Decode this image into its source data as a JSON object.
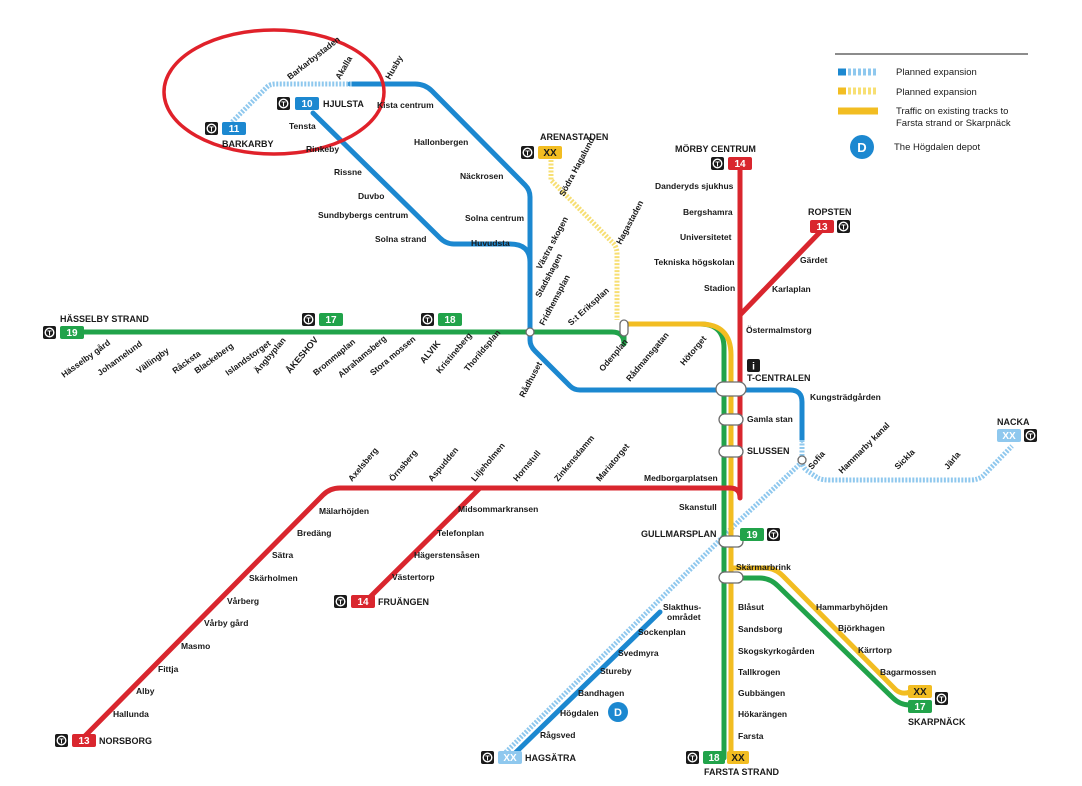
{
  "legend": {
    "items": [
      {
        "label": "Planned expansion",
        "swatch": "blue-dashed"
      },
      {
        "label": "Planned expansion",
        "swatch": "yellow-dashed"
      },
      {
        "label": "Traffic on existing tracks to",
        "label2": "Farsta strand or Skarpnäck",
        "swatch": "yellow-solid"
      },
      {
        "label": "The Högdalen depot",
        "swatch": "depot",
        "symbol": "D"
      }
    ]
  },
  "colors": {
    "red_line": "#d9262e",
    "blue_line": "#1c88d0",
    "green_line": "#21a34a",
    "yellow_line": "#f2bd22",
    "planned_blue": "#8fc8ee",
    "planned_yellow": "#f7df73",
    "annotation_circle": "#e0212a"
  },
  "depot_symbol": "D",
  "info_symbol": "i",
  "terminals": {
    "barkarby": {
      "name": "BARKARBY",
      "line": "11"
    },
    "hjulsta": {
      "name": "HJULSTA",
      "line": "10"
    },
    "arenastaden": {
      "name": "ARENASTADEN",
      "line": "XX"
    },
    "morby_centrum": {
      "name": "MÖRBY CENTRUM",
      "line": "14"
    },
    "ropsten": {
      "name": "ROPSTEN",
      "line": "13"
    },
    "hasselby_strand": {
      "name": "HÄSSELBY STRAND",
      "line": "19"
    },
    "akeshov": {
      "name": "ÅKESHOV",
      "line": "17"
    },
    "alvik": {
      "name": "ALVIK",
      "line": "18"
    },
    "t_centralen": {
      "name": "T-CENTRALEN"
    },
    "slussen": {
      "name": "SLUSSEN"
    },
    "gullmarsplan": {
      "name": "GULLMARSPLAN",
      "line": "19"
    },
    "nacka": {
      "name": "NACKA",
      "line": "XX"
    },
    "fruangen": {
      "name": "FRUÄNGEN",
      "line": "14"
    },
    "norsborg": {
      "name": "NORSBORG",
      "line": "13"
    },
    "hagsatra": {
      "name": "HAGSÄTRA",
      "line": "XX"
    },
    "farsta_strand": {
      "name": "FARSTA STRAND",
      "line1": "18",
      "line2": "XX"
    },
    "skarpnack": {
      "name": "SKARPNÄCK",
      "line1": "XX",
      "line2": "17"
    }
  },
  "stations": {
    "barkarbystaden": "Barkarbystaden",
    "akalla": "Akalla",
    "husby": "Husby",
    "kista_centrum": "Kista centrum",
    "tensta": "Tensta",
    "rinkeby": "Rinkeby",
    "hallonbergen": "Hallonbergen",
    "rissne": "Rissne",
    "nackrosen": "Näckrosen",
    "duvbo": "Duvbo",
    "sundbybergs_centrum": "Sundbybergs centrum",
    "solna_centrum": "Solna centrum",
    "solna_strand": "Solna strand",
    "huvudsta": "Huvudsta",
    "vastra_skogen": "Västra skogen",
    "stadshagen": "Stadshagen",
    "fridhemsplan": "Fridhemsplan",
    "st_eriksplan": "S:t Eriksplan",
    "odenplan": "Odenplan",
    "radmansgatan": "Rådmansgatan",
    "hotorget": "Hötorget",
    "radhuset": "Rådhuset",
    "sodra_hagalund": "Södra Hagalund",
    "hagastaden": "Hagastaden",
    "danderyds_sjukhus": "Danderyds sjukhus",
    "bergshamra": "Bergshamra",
    "universitetet": "Universitetet",
    "tekniska_hogskolan": "Tekniska högskolan",
    "stadion": "Stadion",
    "gardet": "Gärdet",
    "karlaplan": "Karlaplan",
    "ostermalmstorg": "Östermalmstorg",
    "kungstradgarden": "Kungsträdgården",
    "gamla_stan": "Gamla stan",
    "hassleby_gard": "Hässelby gård",
    "johannelund": "Johannelund",
    "vallingby": "Vällingby",
    "racksta": "Råcksta",
    "blackeberg": "Blackeberg",
    "islandstorget": "Islandstorget",
    "angbyplan": "Ängbyplan",
    "brommaplan": "Brommaplan",
    "abrahamsberg": "Abrahamsberg",
    "stora_mossen": "Stora mossen",
    "kristineberg": "Kristineberg",
    "thorildsplan": "Thorildsplan",
    "sofia": "Sofia",
    "hammarby_kanal": "Hammarby kanal",
    "sickla": "Sickla",
    "jarla": "Järla",
    "axelsberg": "Axelsberg",
    "ornsberg": "Örnsberg",
    "aspudden": "Aspudden",
    "liljeholmen": "Liljeholmen",
    "hornstull": "Hornstull",
    "zinkensdamm": "Zinkensdamm",
    "mariatorget": "Mariatorget",
    "medborgarplatsen": "Medborgarplatsen",
    "malarhojden": "Mälarhöjden",
    "midsommarkransen": "Midsommarkransen",
    "skanstull": "Skanstull",
    "bredang": "Bredäng",
    "telefonplan": "Telefonplan",
    "satra": "Sätra",
    "hagerstensasen": "Hägerstensåsen",
    "skarholmen": "Skärholmen",
    "vastertorp": "Västertorp",
    "varberg": "Vårberg",
    "varby_gard": "Vårby gård",
    "masmo": "Masmo",
    "fittja": "Fittja",
    "alby": "Alby",
    "hallunda": "Hallunda",
    "skarmarbrink": "Skärmarbrink",
    "slakthusomradet": "Slakthus-",
    "slakthusomradet2": "området",
    "sockenplan": "Sockenplan",
    "svedmyra": "Svedmyra",
    "stureby": "Stureby",
    "bandhagen": "Bandhagen",
    "hogdalen": "Högdalen",
    "ragsved": "Rågsved",
    "blasut": "Blåsut",
    "sandsborg": "Sandsborg",
    "skogskyrkogarden": "Skogskyrkogården",
    "tallkrogen": "Tallkrogen",
    "gubbangen": "Gubbängen",
    "hokarangen": "Hökarängen",
    "farsta": "Farsta",
    "hammarbyhojden": "Hammarbyhöjden",
    "bjorkhagen": "Björkhagen",
    "karrtorp": "Kärrtorp",
    "bagarmossen": "Bagarmossen"
  }
}
